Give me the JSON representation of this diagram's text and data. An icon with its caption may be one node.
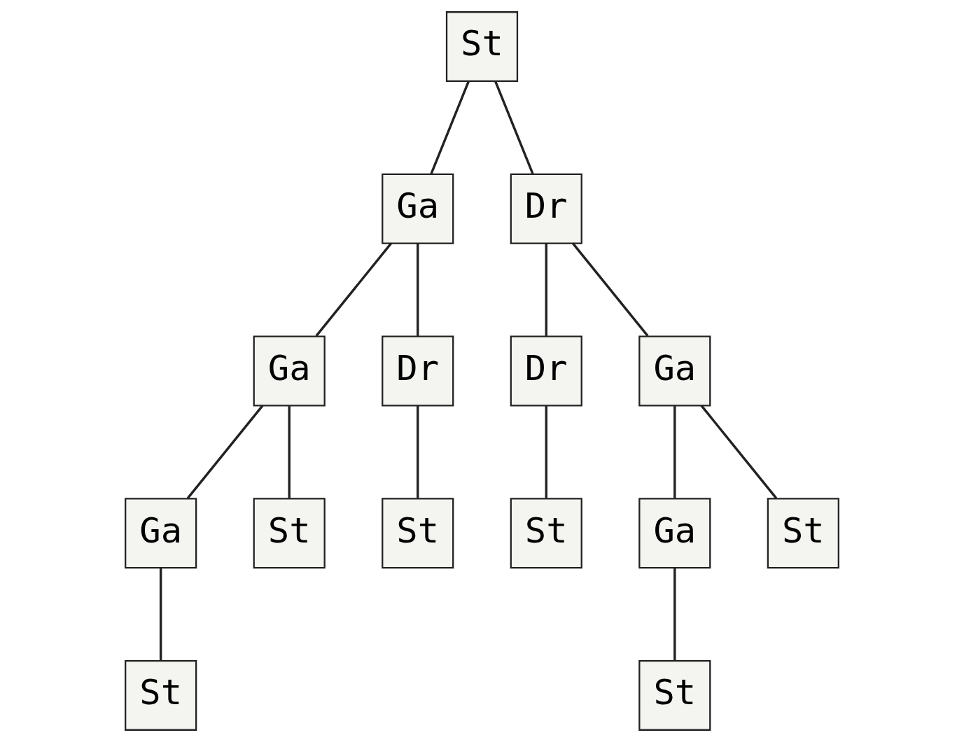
{
  "diagram": {
    "nodes": [
      {
        "text": [
          "St"
        ]
      },
      {
        "text": [
          "Ga"
        ]
      },
      {
        "text": [
          "Dr"
        ]
      },
      {
        "text": [
          "Ga"
        ]
      },
      {
        "text": [
          "Dr"
        ]
      },
      {
        "text": [
          "Dr"
        ]
      },
      {
        "text": [
          "Ga"
        ]
      },
      {
        "text": [
          "Ga"
        ]
      },
      {
        "text": [
          "St"
        ]
      },
      {
        "text": [
          "St"
        ]
      },
      {
        "text": [
          "St"
        ]
      },
      {
        "text": [
          "Ga"
        ]
      },
      {
        "text": [
          "St"
        ]
      },
      {
        "text": [
          "St"
        ]
      },
      {
        "text": [
          "St"
        ]
      }
    ],
    "edges": [
      {
        "from": 0,
        "to": 1,
        "arrow": "none"
      },
      {
        "from": 0,
        "to": 2,
        "arrow": "none"
      },
      {
        "from": 1,
        "to": 3,
        "arrow": "none"
      },
      {
        "from": 1,
        "to": 4,
        "arrow": "none"
      },
      {
        "from": 2,
        "to": 5,
        "arrow": "none"
      },
      {
        "from": 2,
        "to": 6,
        "arrow": "none"
      },
      {
        "from": 3,
        "to": 7,
        "arrow": "none"
      },
      {
        "from": 3,
        "to": 8,
        "arrow": "none"
      },
      {
        "from": 4,
        "to": 9,
        "arrow": "none"
      },
      {
        "from": 5,
        "to": 10,
        "arrow": "none"
      },
      {
        "from": 6,
        "to": 11,
        "arrow": "none"
      },
      {
        "from": 6,
        "to": 12,
        "arrow": "none"
      },
      {
        "from": 7,
        "to": 13,
        "arrow": "none"
      },
      {
        "from": 11,
        "to": 14,
        "arrow": "none"
      }
    ]
  }
}
